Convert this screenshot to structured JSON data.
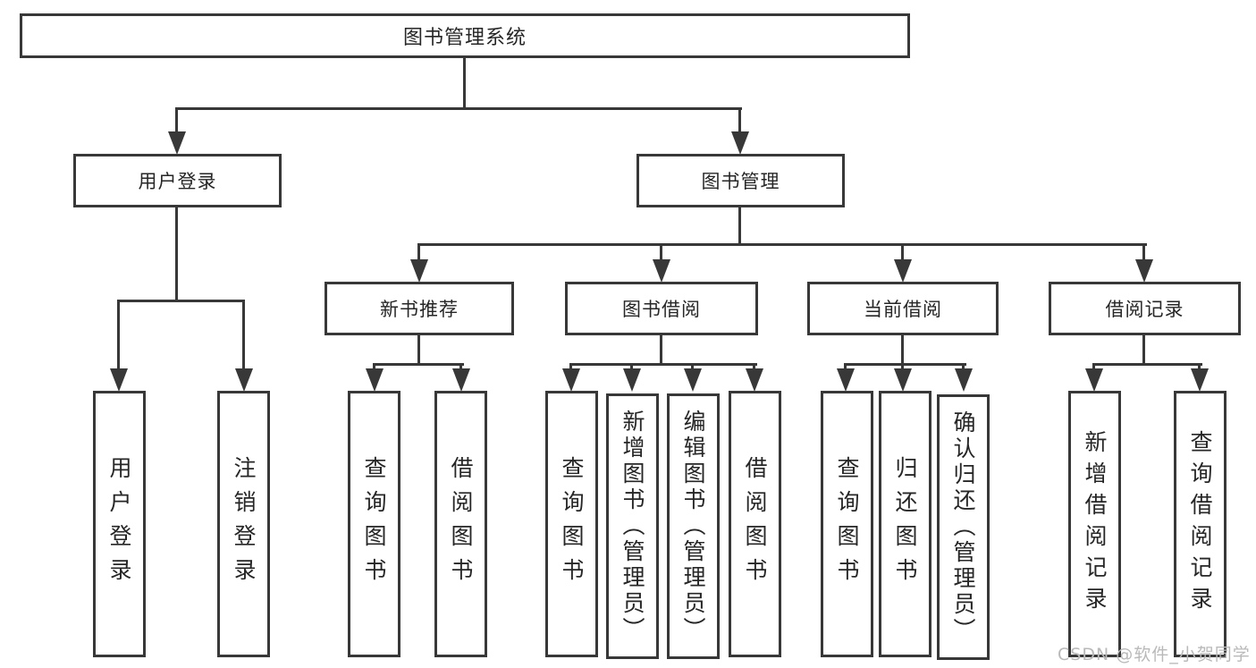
{
  "diagram": {
    "root": "图书管理系统",
    "branches": [
      {
        "label": "用户登录",
        "leaves": [
          "用户登录",
          "注销登录"
        ]
      },
      {
        "label": "图书管理",
        "groups": [
          {
            "label": "新书推荐",
            "leaves": [
              "查询图书",
              "借阅图书"
            ]
          },
          {
            "label": "图书借阅",
            "leaves": [
              "查询图书",
              "新增图书（管理员）",
              "编辑图书（管理员）",
              "借阅图书"
            ]
          },
          {
            "label": "当前借阅",
            "leaves": [
              "查询图书",
              "归还图书",
              "确认归还（管理员）"
            ]
          },
          {
            "label": "借阅记录",
            "leaves": [
              "新增借阅记录",
              "查询借阅记录"
            ]
          }
        ]
      }
    ]
  },
  "watermark": "CSDN @软件_小贺同学",
  "colors": {
    "line": "#383838",
    "text": "#262626",
    "watermark": "#b9b9b9",
    "background": "#ffffff"
  }
}
